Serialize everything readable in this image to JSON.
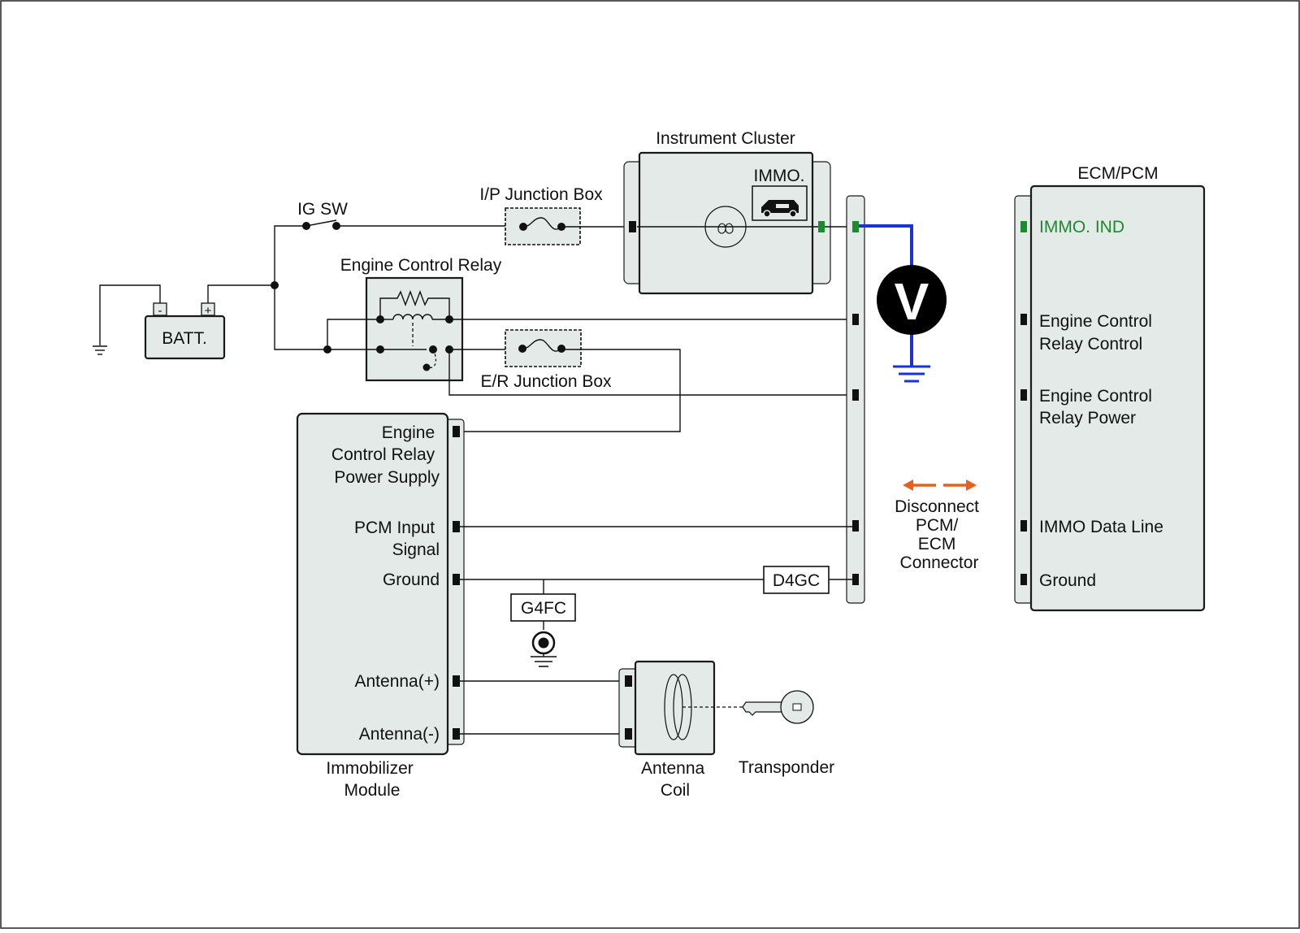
{
  "labels": {
    "instrument_cluster": "Instrument Cluster",
    "immo": "IMMO.",
    "ip_junction_box": "I/P Junction Box",
    "ig_sw": "IG SW",
    "engine_control_relay": "Engine Control Relay",
    "batt": "BATT.",
    "er_junction_box": "E/R Junction Box",
    "ecm_pcm": "ECM/PCM",
    "voltmeter": "V",
    "g4fc": "G4FC",
    "d4gc": "D4GC",
    "antenna_coil": [
      "Antenna",
      "Coil"
    ],
    "transponder": "Transponder",
    "immobilizer_module": [
      "Immobilizer",
      "Module"
    ],
    "disconnect": [
      "Disconnect",
      "PCM/",
      "ECM",
      "Connector"
    ],
    "batt_minus": "-",
    "batt_plus": "+"
  },
  "immobilizer_pins": {
    "engine_control_relay_power_supply": [
      "Engine",
      "Control Relay",
      "Power Supply"
    ],
    "pcm_input_signal": [
      "PCM Input",
      "Signal"
    ],
    "ground": "Ground",
    "antenna_plus": "Antenna(+)",
    "antenna_minus": "Antenna(-)"
  },
  "ecm_pins": {
    "immo_ind": "IMMO. IND",
    "engine_control_relay_control": [
      "Engine Control",
      "Relay Control"
    ],
    "engine_control_relay_power": [
      "Engine Control",
      "Relay Power"
    ],
    "immo_data_line": "IMMO Data Line",
    "ground": "Ground"
  },
  "colors": {
    "measured_wire": "#1a33d6",
    "highlight_pin": "#1e8a2e",
    "disconnect_arrow": "#e8601c",
    "component_fill": "#e3eae8"
  },
  "icons": {
    "cluster_lamp": "indicator-lamp-icon",
    "immo_symbol": "car-key-icon",
    "ground": "ground-icon",
    "chassis_ground": "chassis-ground-icon",
    "key": "key-icon"
  }
}
